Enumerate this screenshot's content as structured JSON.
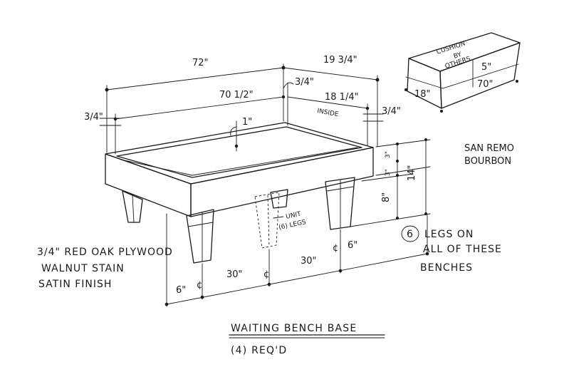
{
  "dimensions": {
    "overall_length": "72\"",
    "overall_depth": "19 3/4\"",
    "inside_length": "70 1/2\"",
    "inside_depth": "18 1/4\"",
    "inside_label": "INSIDE",
    "panel_thickness_left": "3/4\"",
    "panel_thickness_top": "3/4\"",
    "panel_thickness_right": "3/4\"",
    "recess_depth": "1\"",
    "apron_height_a": "3\"",
    "apron_height_b": "3\"",
    "leg_height": "8\"",
    "total_height": "14\"",
    "leg_offset_left": "6\"",
    "leg_spacing_left": "30\"",
    "leg_spacing_right": "30\"",
    "leg_offset_right": "6\"",
    "centerline_symbol": "¢"
  },
  "cushion": {
    "label_line1": "CUSHION",
    "label_line2": "BY",
    "label_line3": "OTHERS",
    "thickness": "5\"",
    "length": "70\"",
    "depth": "18\""
  },
  "unit_legs": {
    "line1": "UNIT",
    "line2": "(6) LEGS"
  },
  "material_notes": [
    "3/4\" RED OAK PLYWOOD",
    "WALNUT STAIN",
    "SATIN FINISH"
  ],
  "finish_name": [
    "SAN REMO",
    "BOURBON"
  ],
  "legs_note": {
    "count": "6",
    "line1": "LEGS ON",
    "line2": "ALL OF THESE",
    "line3": "BENCHES"
  },
  "title": {
    "name": "WAITING BENCH BASE",
    "quantity": "(4) REQ'D"
  }
}
